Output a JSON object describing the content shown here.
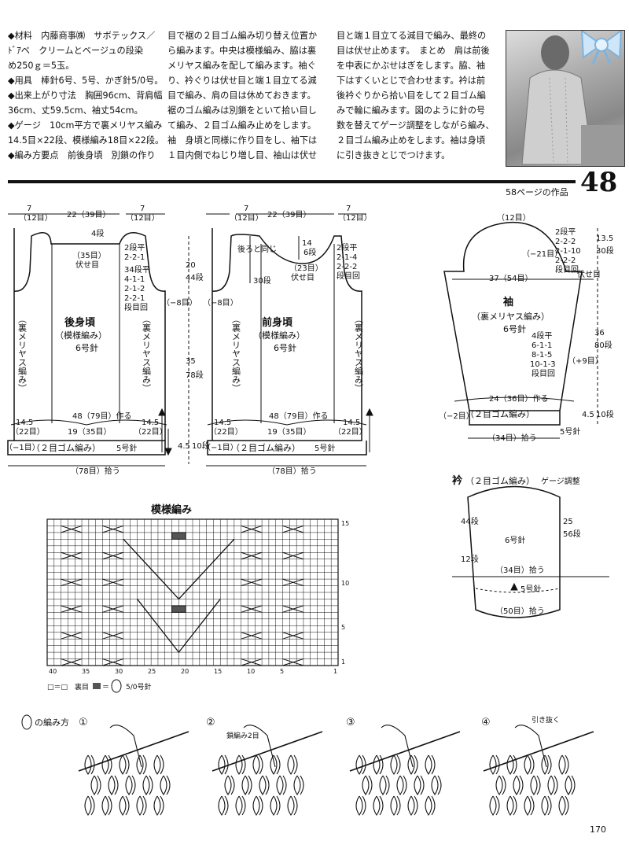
{
  "header": {
    "page_number": "48",
    "page_ref": "58ページの作品"
  },
  "text": {
    "col1": [
      "◆材料　内藤商事㈱　サボテックス／",
      "ﾄﾞｱベ　クリームとベージュの段染",
      "め250ｇ＝5玉。",
      "◆用具　棒針6号、5号、かぎ針5/0号。",
      "◆出来上がり寸法　胸囲96cm、背肩幅",
      "36cm、丈59.5cm、袖丈54cm。",
      "◆ゲージ　10cm平方で裏メリヤス編み",
      "14.5目×22段、模様編み18目×22段。",
      "◆編み方要点　前後身頃　別鎖の作り"
    ],
    "col2": [
      "目で裾の２目ゴム編み切り替え位置か",
      "ら編みます。中央は模様編み、脇は裏",
      "メリヤス編みを配して編みます。袖ぐ",
      "り、衿ぐりは伏せ目と端１目立てる減",
      "目で編み、肩の目は休めておきます。",
      "裾のゴム編みは別鎖をといて拾い目し",
      "て編み、２目ゴム編み止めをします。",
      "袖　身頃と同様に作り目をし、袖下は",
      "１目内側でねじり増し目、袖山は伏せ"
    ],
    "col3": [
      "目と端１目立てる減目で編み、最終の",
      "目は伏せ止めます。　まとめ　肩は前後",
      "を中表にかぶせはぎをします。脇、袖",
      "下はすくいとじで合わせます。衿は前",
      "後衿ぐりから拾い目をして２目ゴム編",
      "みで輪に編みます。図のように針の号",
      "数を替えてゲージ調整をしながら編み、",
      "２目ゴム編み止めをします。袖は身頃",
      "に引き抜きとじでつけます。"
    ]
  },
  "back": {
    "title": "後身頃",
    "subtitle": "（模様編み）",
    "needle": "6号針",
    "side_left": "（裏メリヤス編み）",
    "side_right": "（裏メリヤス編み）",
    "dim_top_left": "7",
    "dim_top_left_st": "（12目）",
    "dim_top_mid": "22（39目）",
    "dim_top_right": "7",
    "dim_top_right_st": "（12目）",
    "neck_rows": "4段",
    "neck_st": "（35目）",
    "neck_bind": "伏せ目",
    "shoulder_dec": [
      "2段平",
      "2-2-1",
      "",
      "34段平",
      "4-1-1",
      "2-1-2",
      "2-2-1",
      "段目回"
    ],
    "armhole": "（−8目）",
    "hem_label": "48（79目）作る",
    "rib_left": "14.5",
    "rib_left_st": "（22目）",
    "rib_mid": "19（35目）",
    "rib_right": "14.5",
    "rib_right_st": "（22目）",
    "rib_minus": "（−1目）",
    "rib_label": "（２目ゴム編み）",
    "rib_needle": "5号針",
    "bottom": "（78目）拾う"
  },
  "mid_dims": {
    "top": "20",
    "top_rows": "44段",
    "mid": "35",
    "mid_rows": "78段",
    "bot": "4.5",
    "bot_rows": "10段"
  },
  "front": {
    "title": "前身頃",
    "subtitle": "（模様編み）",
    "needle": "6号針",
    "side_left": "（裏メリヤス編み）",
    "side_right": "（裏メリヤス編み）",
    "dim_top_left": "7",
    "dim_top_left_st": "（12目）",
    "dim_top_mid": "22（39目）",
    "dim_top_right": "7",
    "dim_top_right_st": "（12目）",
    "neck_depth": "14",
    "neck_rows": "6段",
    "neck_st": "（23目）",
    "neck_bind": "伏せ目",
    "same_as_back": "後ろと同じ",
    "neck_depth2": "30段",
    "shoulder_dec": [
      "2段平",
      "2-1-4",
      "2-2-2",
      "段目回"
    ],
    "armhole": "（−8目）",
    "hem_label": "48（79目）作る",
    "rib_left": "14.5",
    "rib_left_st": "（22目）",
    "rib_mid": "19（35目）",
    "rib_right": "14.5",
    "rib_right_st": "（22目）",
    "rib_minus": "（−1目）",
    "rib_label": "（２目ゴム編み）",
    "rib_needle": "5号針",
    "bottom": "（78目）拾う"
  },
  "sleeve": {
    "top_st": "（12目）",
    "title": "袖",
    "subtitle": "（裏メリヤス編み）",
    "needle": "6号針",
    "cap_dec": [
      "2段平",
      "2-2-2",
      "2-1-10",
      "2-2-2",
      "段目回"
    ],
    "cap_minus": "（−21目）",
    "cap_h": "13.5",
    "cap_rows": "30段",
    "width": "37（54目）",
    "bind": "伏せ目",
    "inc": [
      "4段平",
      "6-1-1",
      "8-1-5",
      "10-1-3",
      "段目回"
    ],
    "len": "36",
    "len_rows": "80段",
    "plus": "（+9目）",
    "cuff": "24（36目）作る",
    "minus": "（−2目）",
    "rib_label": "（２目ゴム編み）",
    "rib_h": "4.5",
    "rib_rows": "10段",
    "rib_needle": "5号針",
    "bottom": "（34目）拾う"
  },
  "collar": {
    "title": "衿",
    "title_sub": "（２目ゴム編み）",
    "gauge": "ゲージ調整",
    "needle6": "6号針",
    "left": "44段",
    "right": "25",
    "right_rows": "56段",
    "mid_left": "12段",
    "pick1": "（34目）拾う",
    "needle5": "5号針",
    "pick2": "（50目）拾う"
  },
  "chart": {
    "title": "模様編み",
    "legend1": "□＝□　裏目",
    "legend2": "＝",
    "legend3": "5/0号針",
    "row_numbers": [
      "15",
      "10",
      "5",
      "1"
    ],
    "col_numbers": [
      "40",
      "35",
      "30",
      "25",
      "20",
      "15",
      "10",
      "5",
      "1"
    ]
  },
  "howto": {
    "title": "の編み方",
    "steps": [
      "①",
      "②",
      "③",
      "④"
    ],
    "note2": "鎖編み2目",
    "note4": "引き抜く"
  },
  "footer": {
    "page": "170"
  }
}
